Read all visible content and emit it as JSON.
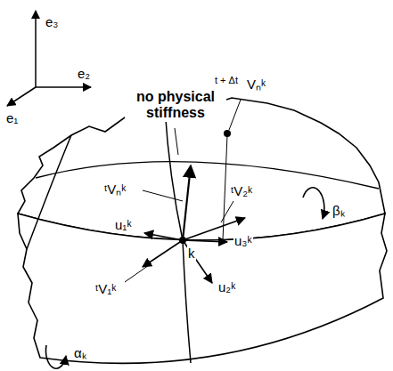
{
  "diagram": {
    "labels": [
      "e₃",
      "e₂",
      "e₁",
      "no physical stiffness",
      "t + Δt",
      "Vₙᵏ",
      "ᵗVₙᵏ",
      "ᵗV₂ᵏ",
      "u₁ᵏ",
      "u₃ᵏ",
      "k",
      "u₂ᵏ",
      "ᵗV₁ᵏ",
      "βₖ",
      "αₖ"
    ]
  }
}
